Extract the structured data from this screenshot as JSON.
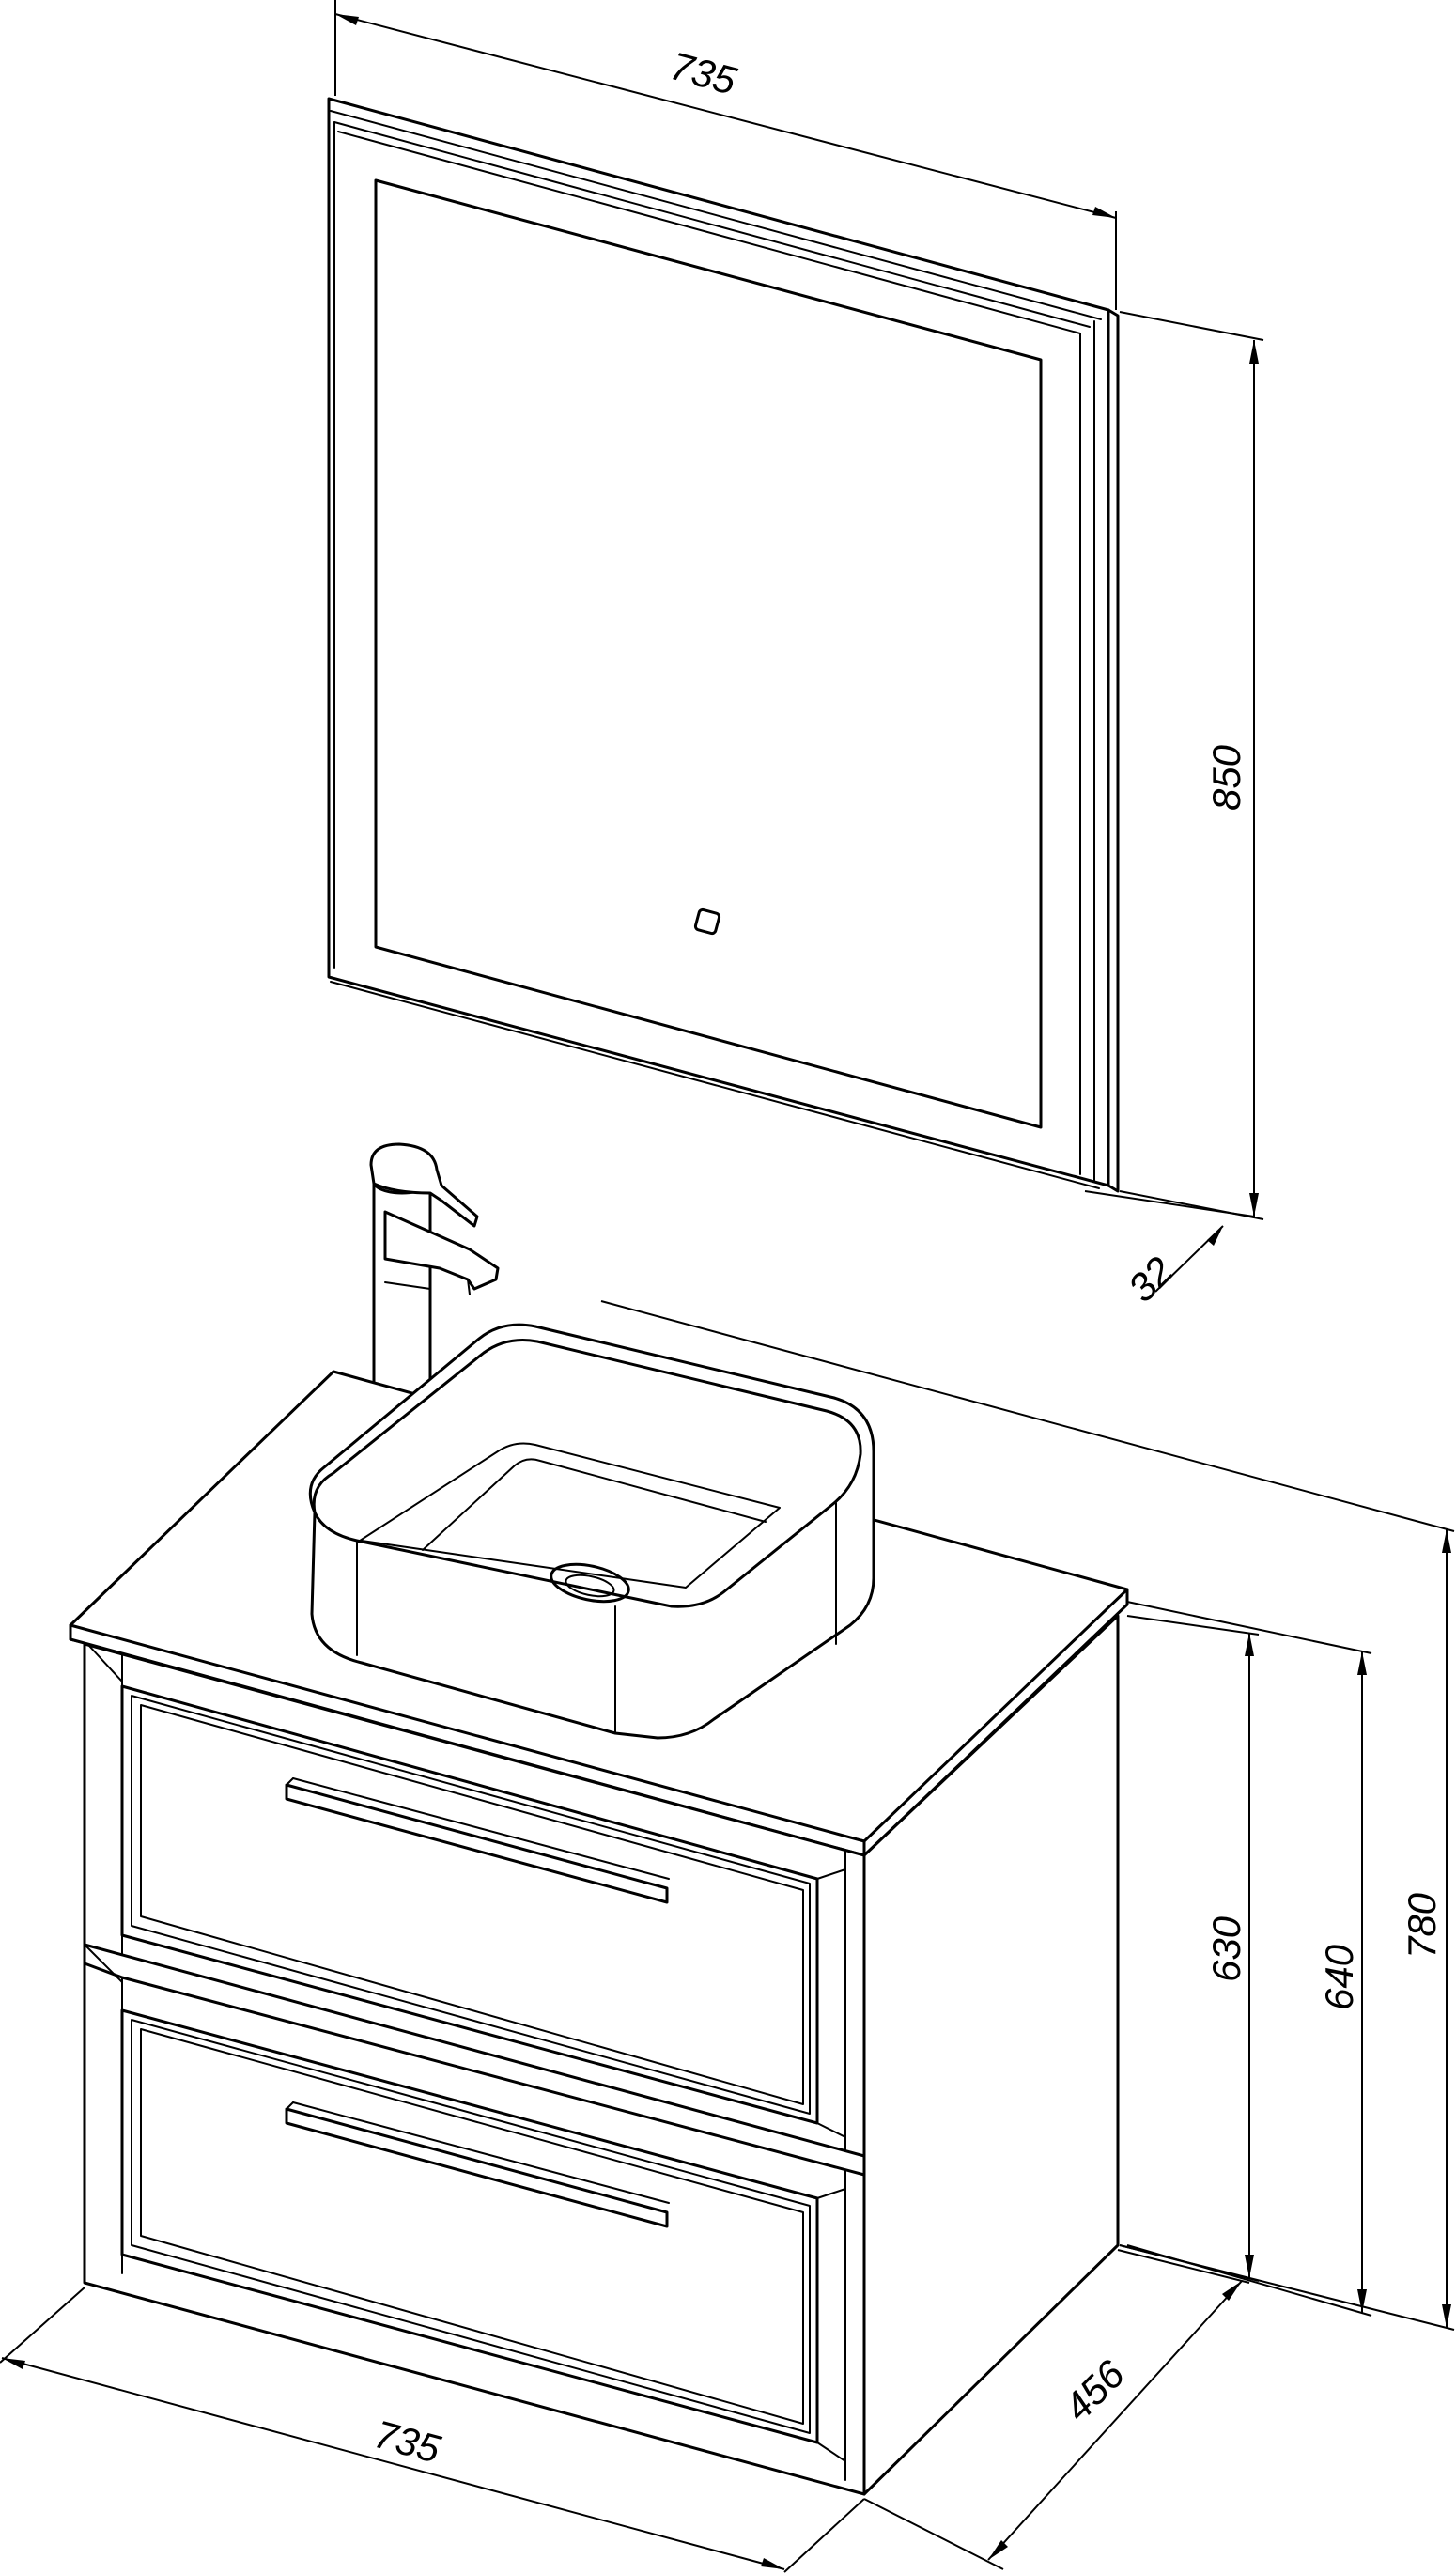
{
  "dimensions": {
    "mirror_width": "735",
    "mirror_height": "850",
    "mirror_depth": "32",
    "cabinet_width": "735",
    "cabinet_depth": "456",
    "cabinet_height_630": "630",
    "cabinet_height_640": "640",
    "total_height_780": "780"
  }
}
